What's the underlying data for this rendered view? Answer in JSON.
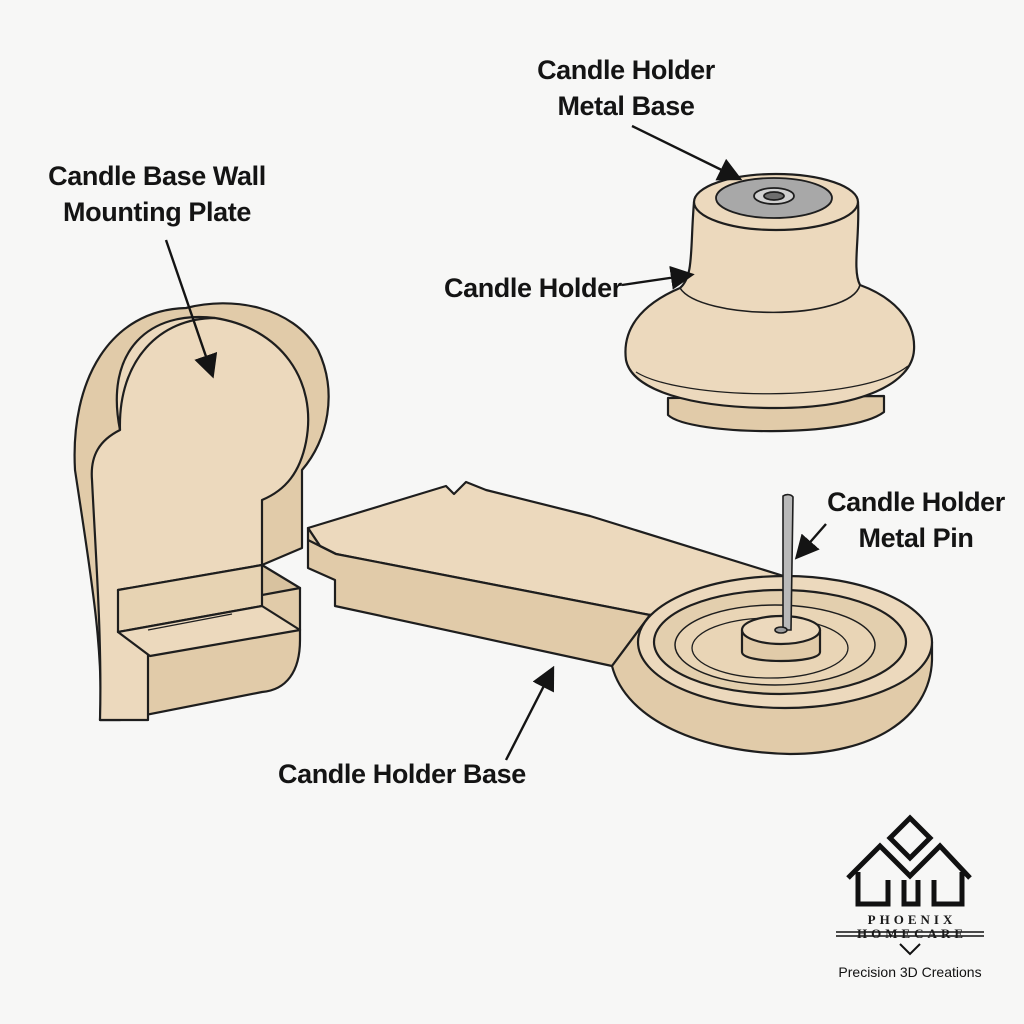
{
  "labels": {
    "metal_base": {
      "line1": "Candle Holder",
      "line2": "Metal Base"
    },
    "wall_plate": {
      "line1": "Candle Base Wall",
      "line2": "Mounting Plate"
    },
    "candle_holder": {
      "line1": "Candle Holder"
    },
    "metal_pin": {
      "line1": "Candle Holder",
      "line2": "Metal Pin"
    },
    "holder_base": {
      "line1": "Candle Holder Base"
    }
  },
  "logo": {
    "brand_line1": "PHOENIX",
    "brand_line2": "HOMECARE",
    "tagline": "Precision 3D Creations"
  },
  "colors": {
    "part_fill": "#ecd9bd",
    "part_shade": "#e1cba9",
    "outline": "#1e1e1e",
    "metal": "#a8a8a8",
    "background": "#f7f7f6"
  }
}
